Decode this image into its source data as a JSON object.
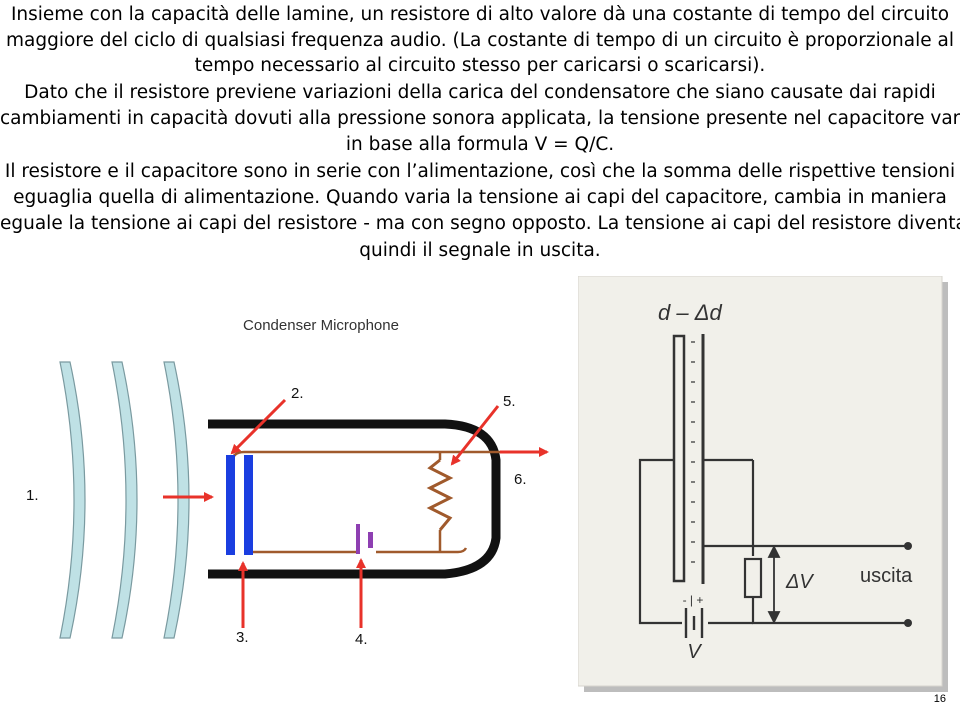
{
  "paragraphs": [
    "Insieme con la capacità delle lamine, un resistore di alto valore dà una costante di tempo del circuito",
    "maggiore del ciclo di qualsiasi frequenza audio. (La costante di tempo di un circuito è proporzionale al",
    "tempo necessario al circuito stesso per caricarsi o scaricarsi).",
    "Dato che il resistore previene variazioni della carica del condensatore che siano causate dai rapidi",
    "cambiamenti in capacità dovuti alla pressione sonora applicata, la tensione presente nel capacitore varia",
    "in base alla formula V = Q/C.",
    "Il resistore e il capacitore sono in serie con l’alimentazione, così che la somma delle rispettive tensioni",
    "eguaglia quella di alimentazione. Quando varia la tensione ai capi del capacitore, cambia in maniera",
    "eguale la tensione ai capi del resistore - ma con segno opposto. La tensione ai capi del resistore diventa",
    "quindi il segnale in uscita."
  ],
  "diagram_left": {
    "title": "Condenser Microphone",
    "labels": [
      "1.",
      "2.",
      "3.",
      "4.",
      "5.",
      "6."
    ]
  },
  "diagram_right": {
    "top_label": "d – Δd",
    "delta_v_label": "ΔV",
    "output_label": "uscita",
    "battery_label": "V",
    "battery_signs": "- | +"
  },
  "page_number": "16"
}
